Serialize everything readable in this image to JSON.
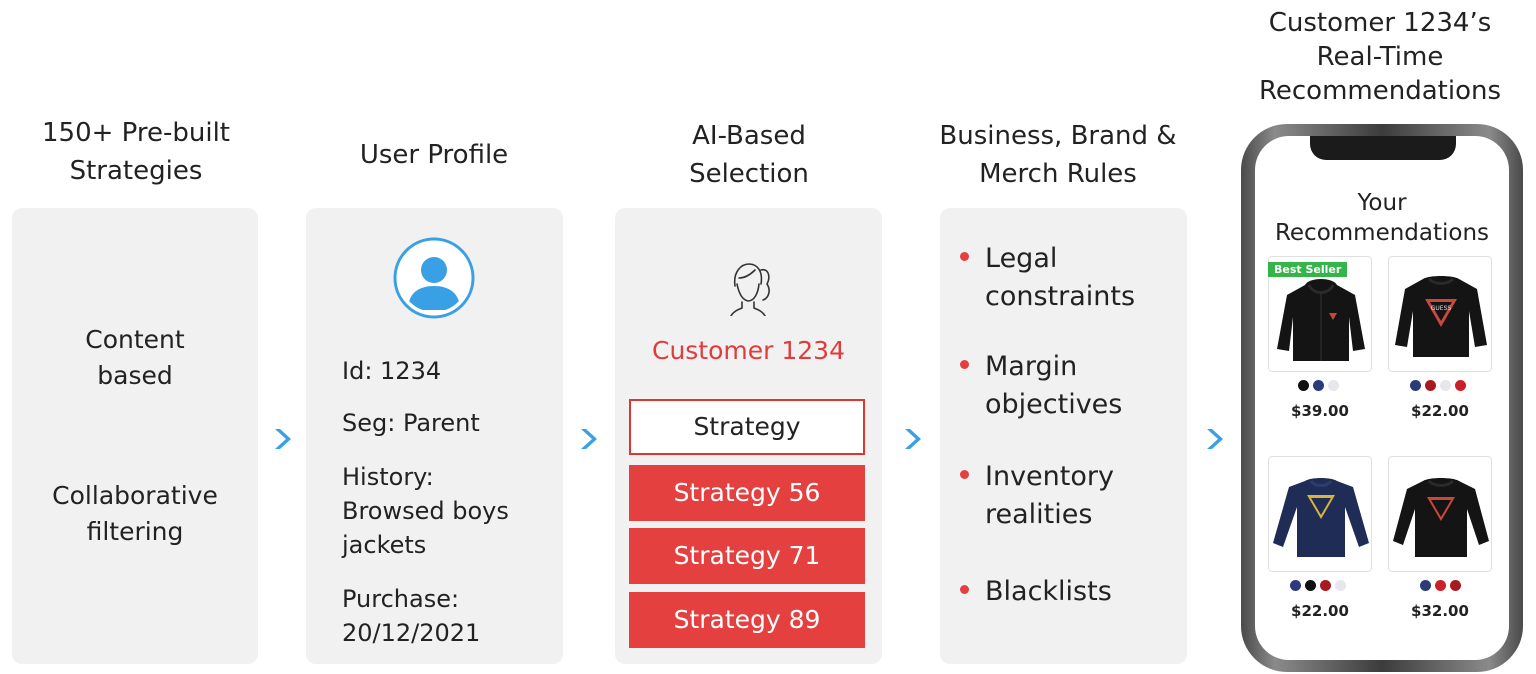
{
  "headings": {
    "strategies": "150+ Pre-built\nStrategies",
    "profile": "User Profile",
    "selection": "AI-Based\nSelection",
    "rules": "Business, Brand &\nMerch Rules",
    "realtime": "Customer 1234’s\nReal-Time\nRecommendations"
  },
  "strategies": {
    "items": [
      "Content\nbased",
      "Collaborative\nfiltering"
    ]
  },
  "profile": {
    "icon": "user-avatar-icon",
    "id": "Id: 1234",
    "segment": "Seg: Parent",
    "history": "History:\nBrowsed boys\njackets",
    "purchase": "Purchase:\n20/12/2021"
  },
  "selection": {
    "icon": "woman-face-icon",
    "customer": "Customer 1234",
    "header": "Strategy",
    "strategies": [
      "Strategy 56",
      "Strategy 71",
      "Strategy 89"
    ]
  },
  "rules": {
    "items": [
      "Legal\nconstraints",
      "Margin\nobjectives",
      "Inventory\nrealities",
      "Blacklists"
    ]
  },
  "phone": {
    "title": "Your\nRecommendations",
    "products": [
      {
        "badge": "Best Seller",
        "price": "$39.00",
        "item": "black-hoodie",
        "swatches": [
          "#111111",
          "#2b3b7a",
          "#e6e6ee"
        ]
      },
      {
        "badge": "",
        "price": "$22.00",
        "item": "black-logo-sweatshirt",
        "swatches": [
          "#2b3b7a",
          "#a61b22",
          "#e6e6ee",
          "#c9202a"
        ]
      },
      {
        "badge": "",
        "price": "$22.00",
        "item": "navy-logo-longsleeve",
        "swatches": [
          "#2b3b7a",
          "#111111",
          "#a61b22",
          "#e6e6ee"
        ]
      },
      {
        "badge": "",
        "price": "$32.00",
        "item": "black-logo-sweatshirt",
        "swatches": [
          "#2b3b7a",
          "#c9202a",
          "#a61b22"
        ]
      }
    ]
  },
  "colors": {
    "accent": "#e3403f",
    "panel": "#f1f1f1",
    "arrow": "#3aa0e6",
    "badge": "#35b44a"
  }
}
